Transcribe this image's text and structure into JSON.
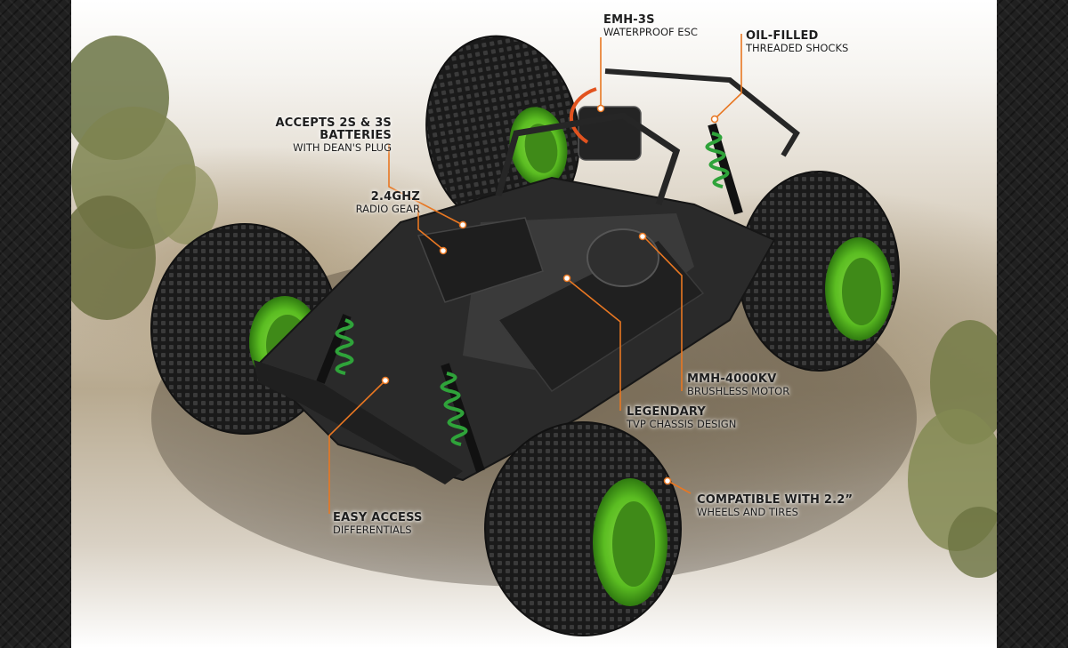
{
  "callouts": {
    "esc": {
      "title": "EMH-3S",
      "subtitle": "WATERPROOF ESC"
    },
    "shocks": {
      "title": "OIL-FILLED",
      "subtitle": "THREADED SHOCKS"
    },
    "batteries": {
      "title_line1": "ACCEPTS 2S & 3S",
      "title_line2": "BATTERIES",
      "subtitle": "WITH DEAN'S PLUG"
    },
    "radio": {
      "title": "2.4GHZ",
      "subtitle": "RADIO GEAR"
    },
    "motor": {
      "title": "MMH-4000KV",
      "subtitle": "BRUSHLESS MOTOR"
    },
    "chassis": {
      "title": "LEGENDARY",
      "subtitle": "TVP CHASSIS DESIGN"
    },
    "wheels": {
      "title": "COMPATIBLE WITH 2.2”",
      "subtitle": "WHEELS AND TIRES"
    },
    "diffs": {
      "title": "EASY ACCESS",
      "subtitle": "DIFFERENTIALS"
    }
  },
  "colors": {
    "leader": "#e87722",
    "rim": "#6ecb2e",
    "spring": "#2fa33a",
    "tire": "#1d1d1d",
    "chassis": "#2e2e2e"
  }
}
